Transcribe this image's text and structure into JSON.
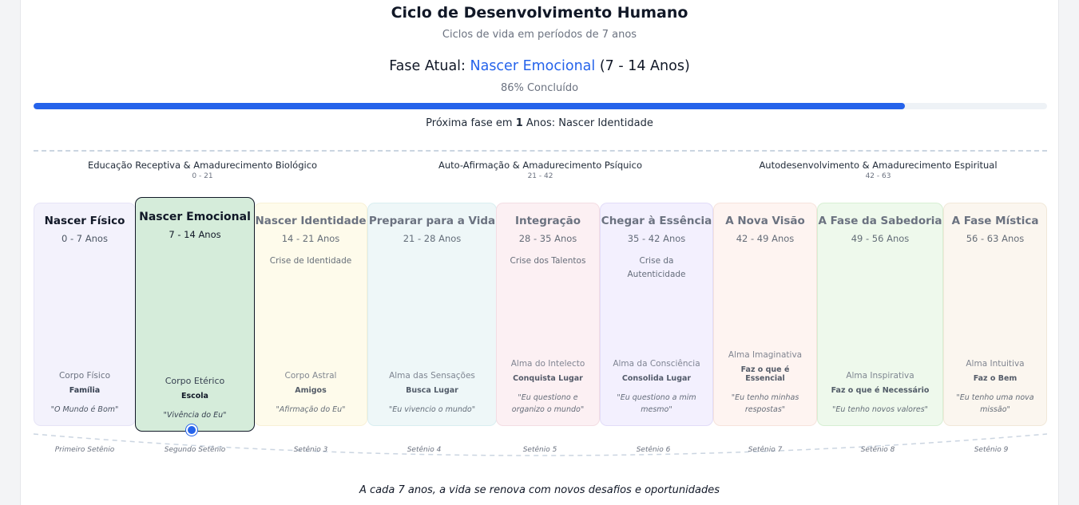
{
  "header": {
    "title": "Ciclo de Desenvolvimento Humano",
    "subtitle": "Ciclos de vida em períodos de 7 anos"
  },
  "current_phase": {
    "prefix": "Fase Atual: ",
    "name": "Nascer Emocional",
    "range": " (7 - 14 Anos)",
    "progress_label": "86% Concluído",
    "progress_fraction": 0.86,
    "next_prefix": "Próxima fase em ",
    "next_years": "1",
    "next_suffix": " Anos: Nascer Identidade"
  },
  "groups": [
    {
      "name": "Educação Receptiva & Amadurecimento Biológico",
      "range": "0 - 21"
    },
    {
      "name": "Auto-Afirmação & Amadurecimento Psíquico",
      "range": "21 - 42"
    },
    {
      "name": "Autodesenvolvimento & Amadurecimento Espiritual",
      "range": "42 - 63"
    }
  ],
  "phases": [
    {
      "name": "Nascer Físico",
      "range": "0 - 7 Anos",
      "crisis": "",
      "body": "Corpo Físico",
      "task": "Família",
      "quote": "\"O Mundo é Bom\"",
      "label": "Primeiro Setênio",
      "bg": "#f3f2fc",
      "border": "#e6e4f6"
    },
    {
      "name": "Nascer Emocional",
      "range": "7 - 14 Anos",
      "crisis": "",
      "body": "Corpo Etérico",
      "task": "Escola",
      "quote": "\"Vivência do Eu\"",
      "label": "Segundo Setênio",
      "bg": "#d5ecda",
      "border": "#111827"
    },
    {
      "name": "Nascer Identidade",
      "range": "14 - 21 Anos",
      "crisis": "Crise de Identidade",
      "body": "Corpo Astral",
      "task": "Amigos",
      "quote": "\"Afirmação do Eu\"",
      "label": "Setênio 3",
      "bg": "#fefbeb",
      "border": "#f8f1d6"
    },
    {
      "name": "Preparar para a Vida",
      "range": "21 - 28 Anos",
      "crisis": "",
      "body": "Alma das Sensações",
      "task": "Busca Lugar",
      "quote": "\"Eu vivencio o mundo\"",
      "label": "Setênio 4",
      "bg": "#eef7f8",
      "border": "#d9eef0"
    },
    {
      "name": "Integração",
      "range": "28 - 35 Anos",
      "crisis": "Crise dos Talentos",
      "body": "Alma do Intelecto",
      "task": "Conquista Lugar",
      "quote": "\"Eu questiono e organizo o mundo\"",
      "label": "Setênio 5",
      "bg": "#fcf0f3",
      "border": "#f3dde3"
    },
    {
      "name": "Chegar à Essência",
      "range": "35 - 42 Anos",
      "crisis": "Crise da Autenticidade",
      "body": "Alma da Consciência",
      "task": "Consolida Lugar",
      "quote": "\"Eu questiono a mim mesmo\"",
      "label": "Setênio 6",
      "bg": "#f3f0fe",
      "border": "#e2dcf8"
    },
    {
      "name": "A Nova Visão",
      "range": "42 - 49 Anos",
      "crisis": "",
      "body": "Alma Imaginativa",
      "task": "Faz o que é Essencial",
      "quote": "\"Eu tenho minhas respostas\"",
      "label": "Setênio 7",
      "bg": "#fef4f1",
      "border": "#f6e3dc"
    },
    {
      "name": "A Fase da Sabedoria",
      "range": "49 - 56 Anos",
      "crisis": "",
      "body": "Alma Inspirativa",
      "task": "Faz o que é Necessário",
      "quote": "\"Eu tenho novos valores\"",
      "label": "Setênio 8",
      "bg": "#eef9ec",
      "border": "#d7efd3"
    },
    {
      "name": "A Fase Mística",
      "range": "56 - 63 Anos",
      "crisis": "",
      "body": "Alma Intuitiva",
      "task": "Faz o Bem",
      "quote": "\"Eu tenho uma nova missão\"",
      "label": "Setênio 9",
      "bg": "#fbf6ef",
      "border": "#f1e8d9"
    }
  ],
  "footer": "A cada 7 anos, a vida se renova com novos desafios e oportunidades"
}
